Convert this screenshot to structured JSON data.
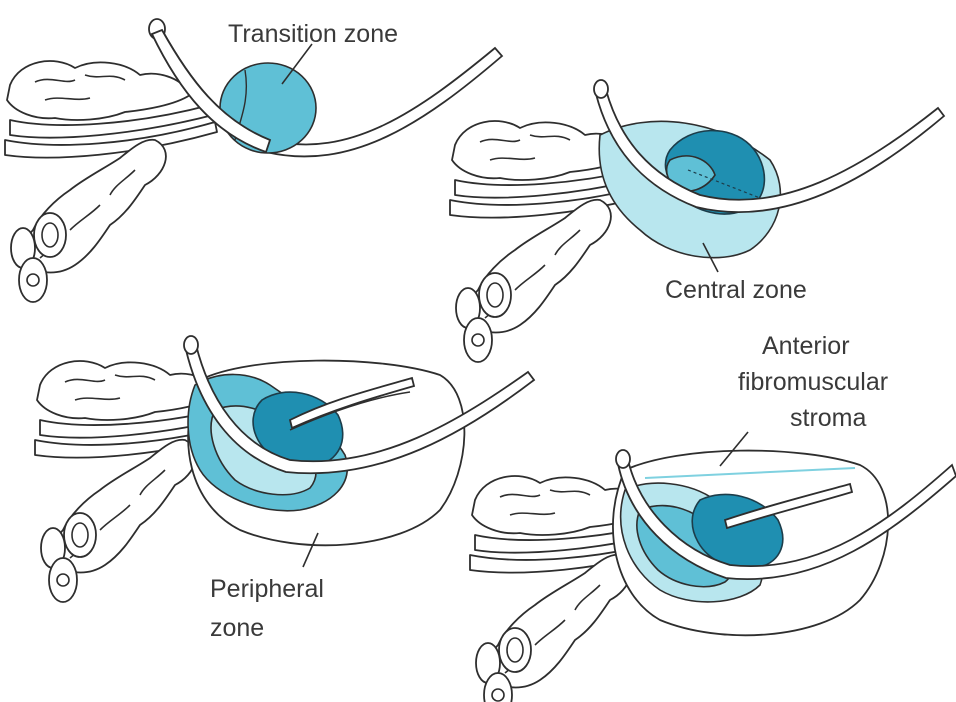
{
  "labels": {
    "transition": "Transition zone",
    "central": "Central zone",
    "peripheral_1": "Peripheral",
    "peripheral_2": "zone",
    "anterior_1": "Anterior",
    "anterior_2": "fibromuscular",
    "anterior_3": "stroma"
  },
  "colors": {
    "pale_zone": "#b8e6ee",
    "mid_zone": "#5fc0d6",
    "deep_zone": "#1f8fb1",
    "outline": "#2e2e2e"
  }
}
